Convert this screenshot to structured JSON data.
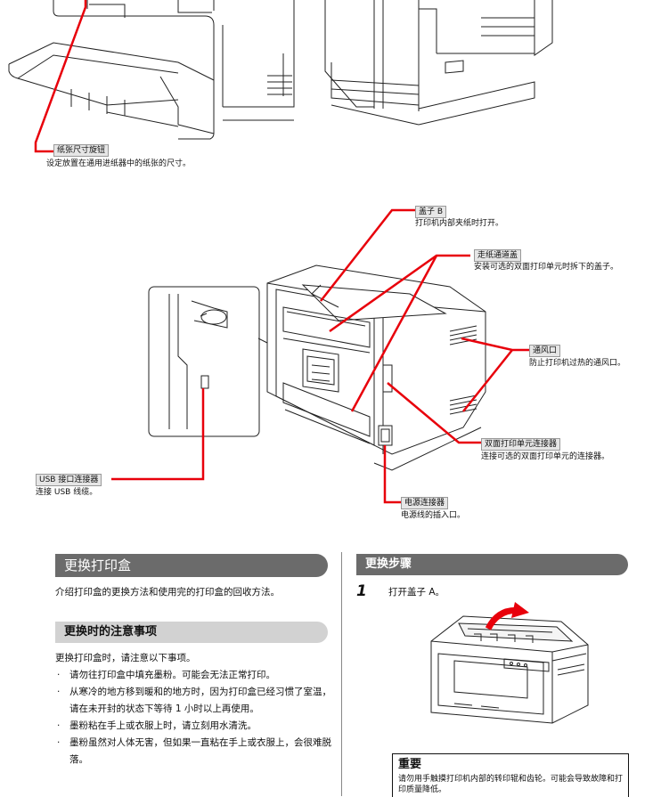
{
  "top": {
    "paper_dial": {
      "label": "纸张尺寸旋钮",
      "desc": "设定放置在通用进纸器中的纸张的尺寸。"
    }
  },
  "rear": {
    "cover_b": {
      "label": "盖子 B",
      "desc": "打印机内部夹纸时打开。"
    },
    "paper_path_cover": {
      "label": "走纸通道盖",
      "desc": "安装可选的双面打印单元时拆下的盖子。"
    },
    "vent": {
      "label": "通风口",
      "desc": "防止打印机过热的通风口。"
    },
    "duplex_connector": {
      "label": "双面打印单元连接器",
      "desc": "连接可选的双面打印单元的连接器。"
    },
    "usb_connector": {
      "label": "USB 接口连接器",
      "desc": "连接 USB 线缆。"
    },
    "power_connector": {
      "label": "电源连接器",
      "desc": "电源线的插入口。"
    }
  },
  "left_col": {
    "section_title": "更换打印盒",
    "intro": "介绍打印盒的更换方法和使用完的打印盒的回收方法。",
    "sub_title": "更换时的注意事项",
    "lead": "更换打印盒时，请注意以下事项。",
    "bullets": [
      "请勿往打印盒中填充墨粉。可能会无法正常打印。",
      "从寒冷的地方移到暖和的地方时，因为打印盒已经习惯了室温，请在未开封的状态下等待 1 小时以上再使用。",
      "墨粉粘在手上或衣服上时，请立刻用水清洗。",
      "墨粉虽然对人体无害，但如果一直粘在手上或衣服上，会很难脱落。"
    ]
  },
  "right_col": {
    "section_title": "更换步骤",
    "step_number": "1",
    "step_text": "打开盖子 A。",
    "important": {
      "title": "重要",
      "text": "请勿用手触摸打印机内部的转印辊和齿轮。可能会导致故障和打印质量降低。"
    }
  },
  "colors": {
    "callout": "#e8000b",
    "section_dark": "#6b6b6b",
    "section_light": "#d2d2d2"
  }
}
